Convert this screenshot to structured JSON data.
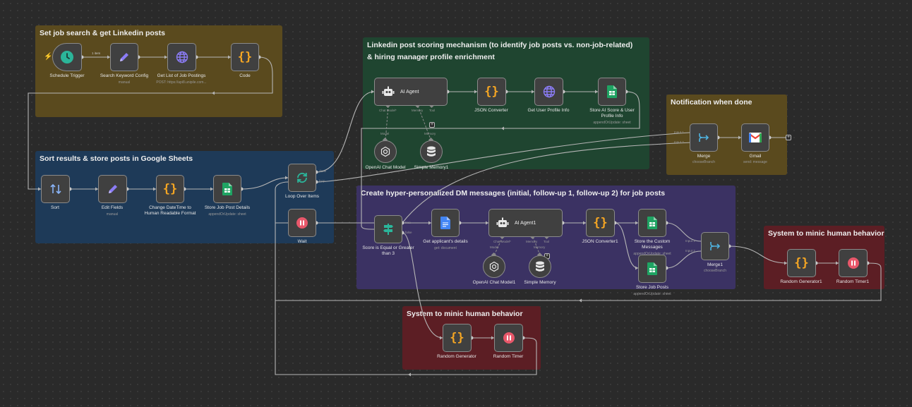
{
  "groups": {
    "g1": {
      "title": "Set job search & get Linkedin posts",
      "color": "#5c4b1d"
    },
    "g2": {
      "title": "Linkedin post scoring mechanism (to identify job posts vs. non-job-related)",
      "title2": "& hiring manager profile enrichment",
      "color": "#1e4631"
    },
    "g3": {
      "title": "Notification when done",
      "color": "#5c4b1d"
    },
    "g4": {
      "title": "Sort results & store posts in Google Sheets",
      "color": "#1e3a5c"
    },
    "g5": {
      "title": "Create hyper-personalized DM messages (initial, follow-up 1, follow-up 2) for job posts",
      "color": "#3d3466"
    },
    "g6": {
      "title": "System to minic human behavior",
      "color": "#5e1e24"
    },
    "g7": {
      "title": "System to minic human behavior",
      "color": "#5e1e24"
    }
  },
  "nodes": {
    "schedule": {
      "label": "Schedule Trigger"
    },
    "search_cfg": {
      "label": "Search Keyword Config",
      "sub": "manual"
    },
    "get_list": {
      "label": "Get List of Job Postings",
      "sub": "POST: https://api8.unipile.com..."
    },
    "code": {
      "label": "Code"
    },
    "ai_agent": {
      "label": "AI Agent",
      "p1": "Chat Model*",
      "p2": "Memory",
      "p3": "Tool"
    },
    "json_conv": {
      "label": "JSON Converter"
    },
    "get_profile": {
      "label": "Get User Profile Info"
    },
    "store_ai": {
      "label": "Store AI Score & User",
      "label2": "Profile Info",
      "sub": "appendOrUpdate: sheet"
    },
    "openai": {
      "label": "OpenAI Chat Model",
      "port": "Model"
    },
    "memory": {
      "label": "Simple Memory1",
      "port": "Memory"
    },
    "merge": {
      "label": "Merge",
      "sub": "chooseBranch",
      "in1": "Input 1",
      "in2": "Input 2"
    },
    "gmail": {
      "label": "Gmail",
      "sub": "send: message"
    },
    "sort": {
      "label": "Sort"
    },
    "edit_fields": {
      "label": "Edit Fields",
      "sub": "manual"
    },
    "change_dt": {
      "label": "Change DateTime to",
      "label2": "Human Readable Format"
    },
    "store_job": {
      "label": "Store Job Post Details",
      "sub": "appendOrUpdate: sheet"
    },
    "loop": {
      "label": "Loop Over Items",
      "done": "done",
      "loop": "loop"
    },
    "wait": {
      "label": "Wait"
    },
    "score": {
      "label": "Score is Equal or Greater",
      "label2": "than 3",
      "t": "true",
      "f": "false"
    },
    "get_app": {
      "label": "Get applicant's details",
      "sub": "get: document"
    },
    "ai_agent1": {
      "label": "AI Agent1",
      "p1": "Chat Model*",
      "p2": "Memory",
      "p3": "Tool"
    },
    "openai1": {
      "label": "OpenAI Chat Model1",
      "port": "Model"
    },
    "simple_mem": {
      "label": "Simple Memory",
      "port": "Memory"
    },
    "json_conv1": {
      "label": "JSON Converter1"
    },
    "store_custom": {
      "label": "Store the Custom",
      "label2": "Messages",
      "sub": "appendOrUpdate: sheet"
    },
    "store_posts": {
      "label": "Store Job Posts",
      "sub": "appendOrUpdate: sheet"
    },
    "merge1": {
      "label": "Merge1",
      "sub": "chooseBranch",
      "in1": "Input 1",
      "in2": "Input 2"
    },
    "rand_gen1": {
      "label": "Random Generator1"
    },
    "rand_timer1": {
      "label": "Random Timer1"
    },
    "rand_gen": {
      "label": "Random Generator"
    },
    "rand_timer": {
      "label": "Random Timer"
    }
  },
  "edge_labels": {
    "one_item": "1 item"
  },
  "colors": {
    "edge": "#b5b5b5",
    "sheets": "#1fa463",
    "code": "#f5a623",
    "http": "#8b7cf6",
    "wait": "#e8576a",
    "merge": "#4fb3e0"
  }
}
